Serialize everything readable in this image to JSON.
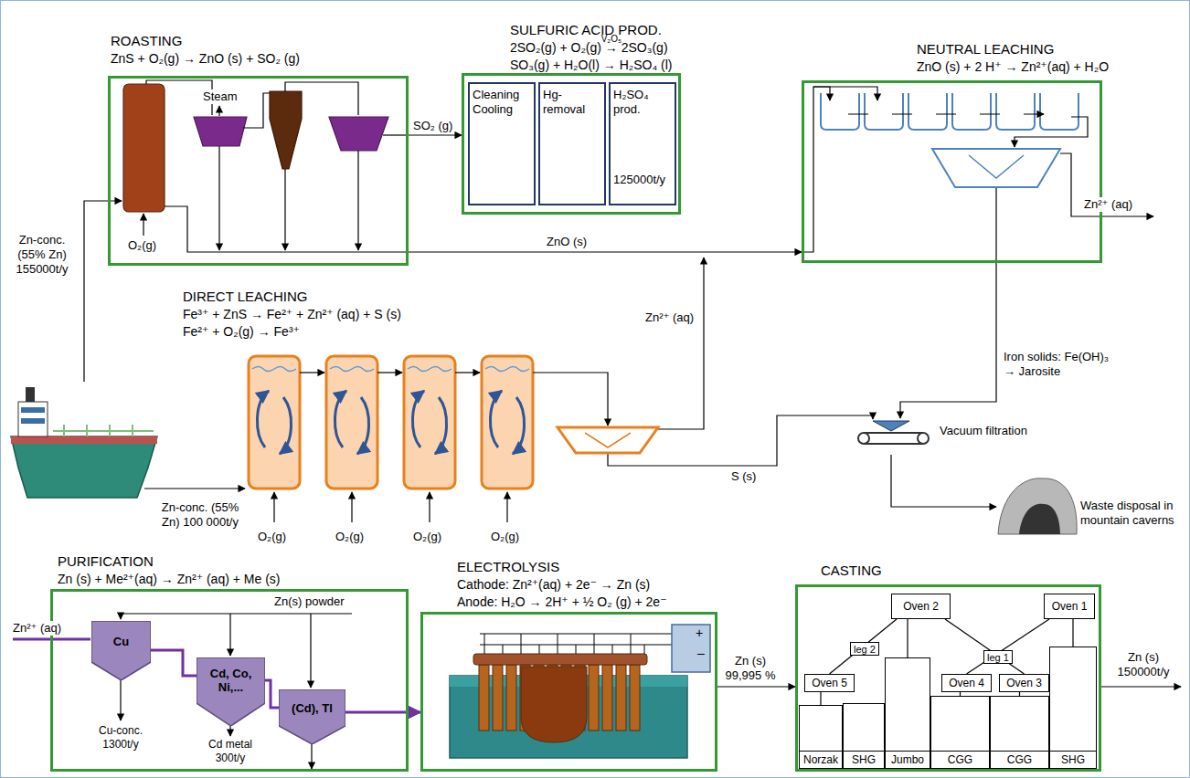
{
  "diagram": {
    "nodes": [
      {
        "text": [
          "ROASTING",
          "ZnS + O₂(g) → ZnO (s) + SO₂ (g)"
        ]
      },
      {
        "text": [
          "SULFURIC ACID PROD.",
          "2SO₂(g) + O₂(g) → 2SO₃(g)",
          "SO₃(g) + H₂O(l) → H₂SO₄ (l)"
        ]
      },
      {
        "text": [
          "Cleaning Cooling"
        ],
        "in": 1
      },
      {
        "text": [
          "Hg-removal"
        ],
        "in": 1
      },
      {
        "text": [
          "H₂SO₄ prod.",
          "125000t/y"
        ],
        "in": 1
      },
      {
        "text": [
          "NEUTRAL LEACHING",
          "ZnO (s) + 2 H⁺ → Zn²⁺(aq) + H₂O"
        ]
      },
      {
        "text": [
          "Vacuum filtration"
        ]
      },
      {
        "text": [
          "Waste disposal in mountain caverns"
        ]
      },
      {
        "text": [
          "PURIFICATION",
          "Zn (s) + Me²⁺(aq) → Zn²⁺ (aq) + Me (s)"
        ]
      },
      {
        "text": [
          "Cu"
        ],
        "in": 8
      },
      {
        "text": [
          "Cd, Co, Ni,..."
        ],
        "in": 8
      },
      {
        "text": [
          "(Cd), Tl"
        ],
        "in": 8
      },
      {
        "text": [
          "ELECTROLYSIS",
          "Cathode: Zn²⁺(aq) + 2e⁻ → Zn (s)",
          "Anode: H₂O → 2H⁺ + ½ O₂ (g) + 2e⁻"
        ]
      },
      {
        "text": [
          "CASTING"
        ]
      },
      {
        "text": [
          "Oven 2"
        ],
        "in": 13
      },
      {
        "text": [
          "Oven 1"
        ],
        "in": 13
      },
      {
        "text": [
          "leg 2"
        ],
        "in": 13
      },
      {
        "text": [
          "leg 1"
        ],
        "in": 13
      },
      {
        "text": [
          "Oven 5"
        ],
        "in": 13
      },
      {
        "text": [
          "Oven 4"
        ],
        "in": 13
      },
      {
        "text": [
          "Oven 3"
        ],
        "in": 13
      },
      {
        "text": [
          "Norzak"
        ],
        "in": 13
      },
      {
        "text": [
          "SHG"
        ],
        "in": 13
      },
      {
        "text": [
          "Jumbo"
        ],
        "in": 13
      },
      {
        "text": [
          "CGG"
        ],
        "in": 13
      },
      {
        "text": [
          "CGG"
        ],
        "in": 13
      },
      {
        "text": [
          "SHG"
        ],
        "in": 13
      }
    ],
    "edges": [
      {
        "from": 0,
        "to": 1,
        "label": "SO₂ (g)",
        "arrow": "to"
      },
      {
        "from": 0,
        "to": 5,
        "label": "ZnO (s)",
        "arrow": "to"
      },
      {
        "from": 5,
        "to": 6,
        "label": "Iron solids: Fe(OH)₃ → Jarosite",
        "arrow": "to"
      },
      {
        "from": 6,
        "to": 7,
        "arrow": "to"
      },
      {
        "from": 9,
        "to": 10,
        "arrow": "none"
      },
      {
        "from": 10,
        "to": 11,
        "arrow": "none"
      },
      {
        "from": 8,
        "to": 12,
        "arrow": "to"
      },
      {
        "from": 12,
        "to": 13,
        "label": "Zn (s) 99,995 %",
        "arrow": "to"
      },
      {
        "from": 14,
        "to": 18,
        "arrow": "none"
      },
      {
        "from": 14,
        "to": 20,
        "arrow": "none"
      },
      {
        "from": 15,
        "to": 19,
        "arrow": "none"
      },
      {
        "from": 14,
        "to": 23,
        "arrow": "none"
      },
      {
        "from": 18,
        "to": 21,
        "arrow": "none"
      },
      {
        "from": 19,
        "to": 24,
        "arrow": "none"
      },
      {
        "from": 20,
        "to": 25,
        "arrow": "none"
      },
      {
        "from": 15,
        "to": 26,
        "arrow": "none"
      }
    ],
    "labels": [
      "Steam",
      "O₂(g)",
      "V₂O₅",
      "Zn-conc. (55% Zn) 155000t/y",
      "DIRECT LEACHING",
      "Fe³⁺ + ZnS → Fe²⁺ + Zn²⁺ (aq) + S (s)",
      "Fe²⁺ + O₂(g) → Fe³⁺",
      "Zn-conc. (55% Zn) 100 000t/y",
      "O₂(g)",
      "O₂(g)",
      "O₂(g)",
      "O₂(g)",
      "Zn²⁺ (aq)",
      "S (s)",
      "Zn²⁺ (aq)",
      "Zn²⁺ (aq)",
      "Zn(s) powder",
      "Cu-conc. 1300t/y",
      "Cd metal 300t/y",
      "+",
      "–",
      "Zn (s) 150000t/y"
    ]
  }
}
